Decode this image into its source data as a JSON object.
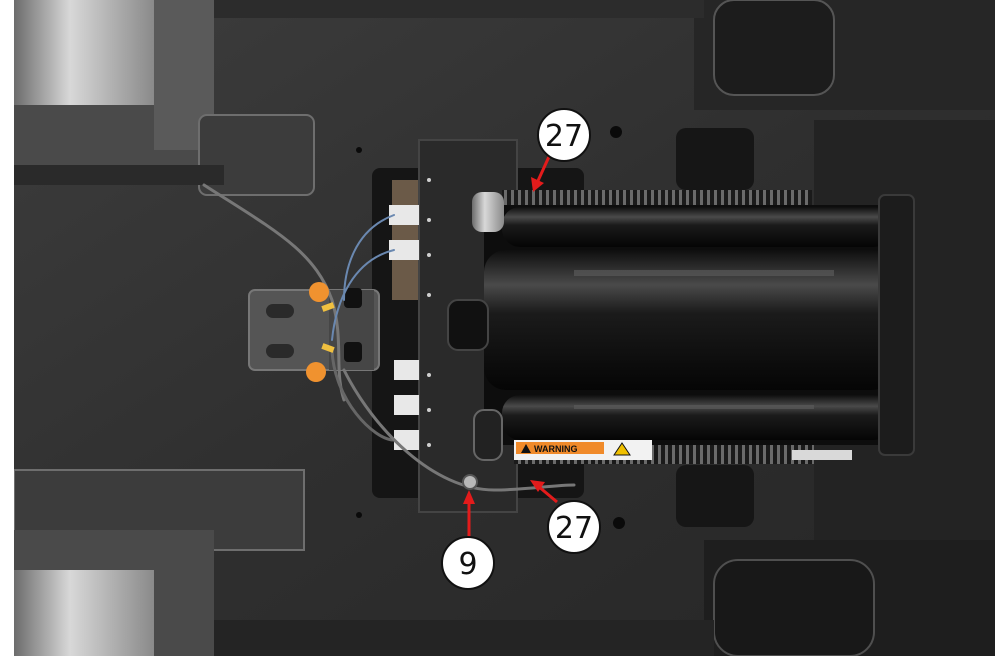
{
  "photo": {
    "warning_label": "WARNING",
    "callouts": [
      {
        "id": "actuator-top",
        "label": "27"
      },
      {
        "id": "actuator-bottom",
        "label": "27"
      },
      {
        "id": "bolt",
        "label": "9"
      }
    ]
  },
  "colors": {
    "frame_dark": "#2b2b2b",
    "frame_mid": "#3a3a3a",
    "highlight": "#9a9a9a",
    "marker_orange": "#f0922f",
    "arrow_red": "#e31b1b",
    "warning_orange": "#f08a2a"
  }
}
